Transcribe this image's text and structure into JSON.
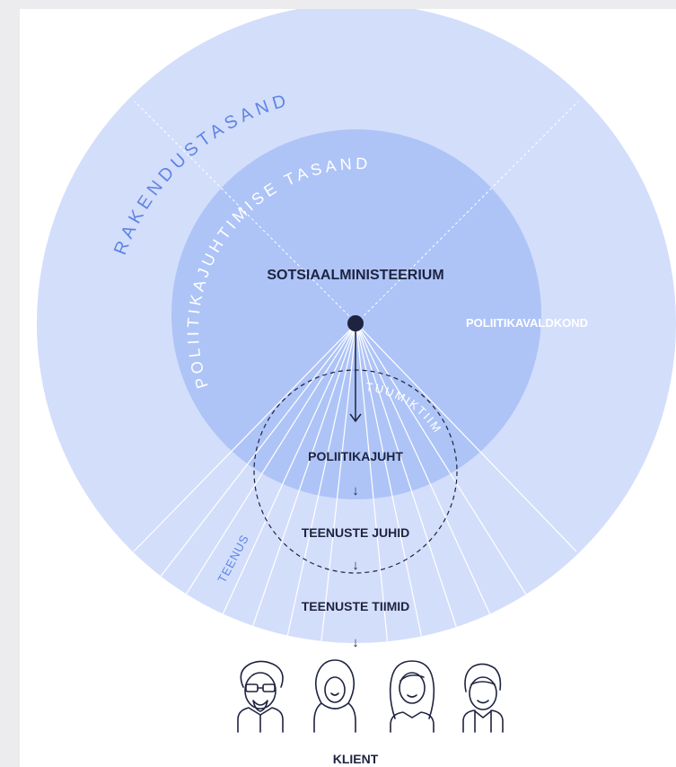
{
  "diagram": {
    "outer_ring_label": "RAKENDUSTASAND",
    "inner_ring_label": "POLIITIKAJUHTIMISE TASAND",
    "center_title": "SOTSIAALMINISTEERIUM",
    "sector_label": "POLIITIKAVALDKOND",
    "dashed_circle_label": "TUUMIKTIIM",
    "service_label": "TEENUS",
    "steps": [
      "POLIITIKAJUHT",
      "TEENUSTE JUHID",
      "TEENUSTE TIIMID"
    ],
    "client_label": "KLIENT"
  },
  "colors": {
    "outer": "#d3defb",
    "inner": "#aec4f7",
    "accent": "#5f84e6",
    "dark": "#1e2340"
  },
  "icons": [
    "person-glasses-icon",
    "person-hijab-icon",
    "person-longhair-icon",
    "person-man-icon"
  ]
}
